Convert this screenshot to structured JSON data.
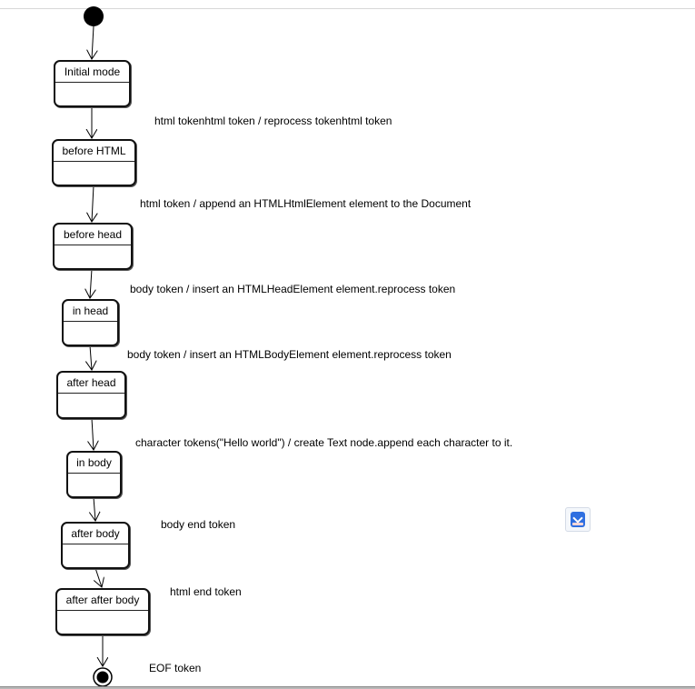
{
  "states": [
    {
      "id": "initial-mode",
      "label": "Initial mode"
    },
    {
      "id": "before-html",
      "label": "before HTML"
    },
    {
      "id": "before-head",
      "label": "before head"
    },
    {
      "id": "in-head",
      "label": "in head"
    },
    {
      "id": "after-head",
      "label": "after head"
    },
    {
      "id": "in-body",
      "label": "in body"
    },
    {
      "id": "after-body",
      "label": "after body"
    },
    {
      "id": "after-after-body",
      "label": "after after body"
    }
  ],
  "transitions": [
    "html tokenhtml token / reprocess tokenhtml token",
    "html token / append an HTMLHtmlElement element to the Document",
    "body token / insert an HTMLHeadElement element.reprocess token",
    "body token / insert an HTMLBodyElement element.reprocess token",
    "character tokens(\"Hello world\") / create Text node.append each character to it.",
    "body end token",
    "html end token",
    "EOF token"
  ],
  "icons": {
    "start": "initial-state-icon",
    "end": "final-state-icon",
    "app": "app-launcher-icon"
  },
  "colors": {
    "line": "#000000",
    "app_icon": "#2f6fe0"
  }
}
